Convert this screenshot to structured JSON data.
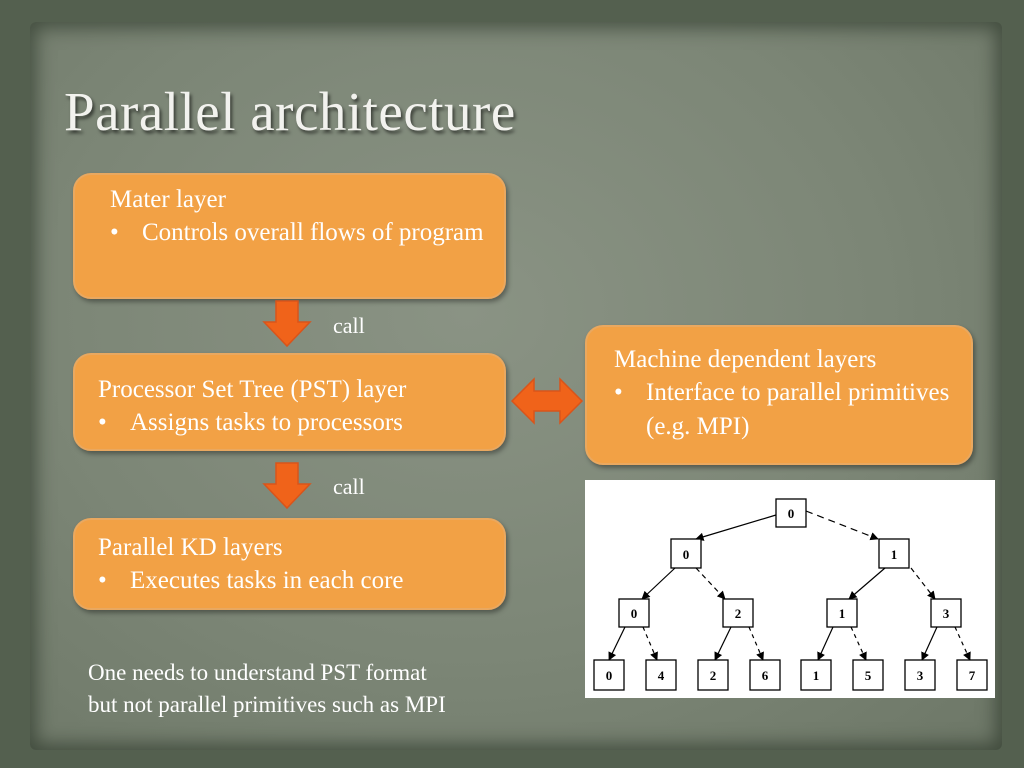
{
  "title": "Parallel architecture",
  "boxes": {
    "master": {
      "heading": "Mater layer",
      "bullet": "Controls overall flows of program"
    },
    "pst": {
      "heading": "Processor Set Tree (PST) layer",
      "bullet": "Assigns tasks to processors"
    },
    "kd": {
      "heading": "Parallel KD layers",
      "bullet": "Executes tasks in each core"
    },
    "machine": {
      "heading": "Machine dependent layers",
      "bullet": "Interface to parallel primitives (e.g. MPI)"
    }
  },
  "bullet_symbol": "•",
  "arrows": {
    "call_label_1": "call",
    "call_label_2": "call"
  },
  "note": {
    "line1": "One needs to understand PST format",
    "line2": "but not parallel primitives such as MPI"
  },
  "colors": {
    "box_fill": "#f2a145",
    "arrow_orange": "#f0631a",
    "background": "#7c8676"
  },
  "tree": {
    "level0": [
      "0"
    ],
    "level1": [
      "0",
      "1"
    ],
    "level2": [
      "0",
      "2",
      "1",
      "3"
    ],
    "level3": [
      "0",
      "4",
      "2",
      "6",
      "1",
      "5",
      "3",
      "7"
    ]
  }
}
